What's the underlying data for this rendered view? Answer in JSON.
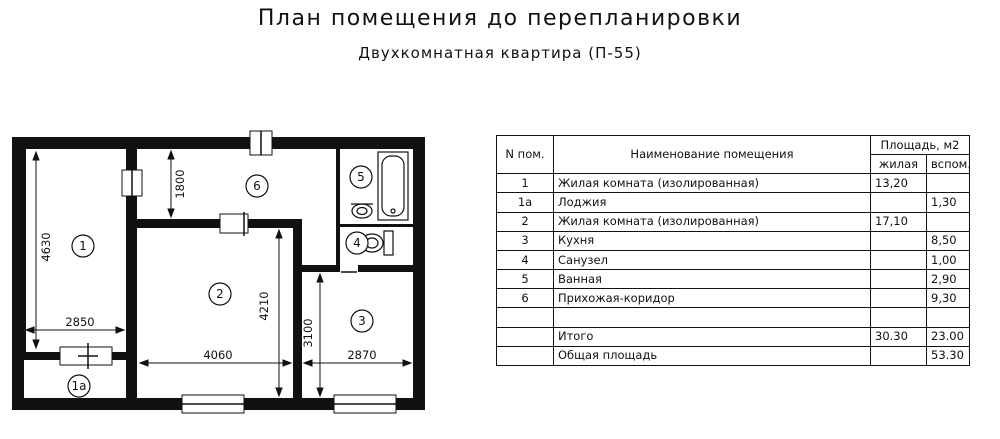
{
  "title": "План помещения до перепланировки",
  "subtitle": "Двухкомнатная квартира (П-55)",
  "plan": {
    "rooms": [
      {
        "id": "room-1",
        "label": "1"
      },
      {
        "id": "room-1a",
        "label": "1a"
      },
      {
        "id": "room-2",
        "label": "2"
      },
      {
        "id": "room-3",
        "label": "3"
      },
      {
        "id": "room-4",
        "label": "4"
      },
      {
        "id": "room-5",
        "label": "5"
      },
      {
        "id": "room-6",
        "label": "6"
      }
    ],
    "dimensions": {
      "room1_height": "4630",
      "room1_width": "2850",
      "hall_depth": "1800",
      "room2_height": "4210",
      "room2_width": "4060",
      "kitchen_height": "3100",
      "kitchen_width": "2870"
    }
  },
  "table": {
    "header": {
      "num": "N пом.",
      "name": "Наименование помещения",
      "area": "Площадь,  м2",
      "living": "жилая",
      "aux": "вспом."
    },
    "rows": [
      {
        "num": "1",
        "name": "Жилая комната (изолированная)",
        "living": "13,20",
        "aux": ""
      },
      {
        "num": "1а",
        "name": "Лоджия",
        "living": "",
        "aux": "1,30"
      },
      {
        "num": "2",
        "name": "Жилая комната (изолированная)",
        "living": "17,10",
        "aux": ""
      },
      {
        "num": "3",
        "name": "Кухня",
        "living": "",
        "aux": "8,50"
      },
      {
        "num": "4",
        "name": "Санузел",
        "living": "",
        "aux": "1,00"
      },
      {
        "num": "5",
        "name": "Ванная",
        "living": "",
        "aux": "2,90"
      },
      {
        "num": "6",
        "name": "Прихожая-коридор",
        "living": "",
        "aux": "9,30"
      },
      {
        "num": "",
        "name": "",
        "living": "",
        "aux": ""
      }
    ],
    "total": {
      "label": "Итого",
      "living": "30.30",
      "aux": "23.00"
    },
    "grand_total": {
      "label": "Общая площадь",
      "value": "53.30"
    }
  }
}
